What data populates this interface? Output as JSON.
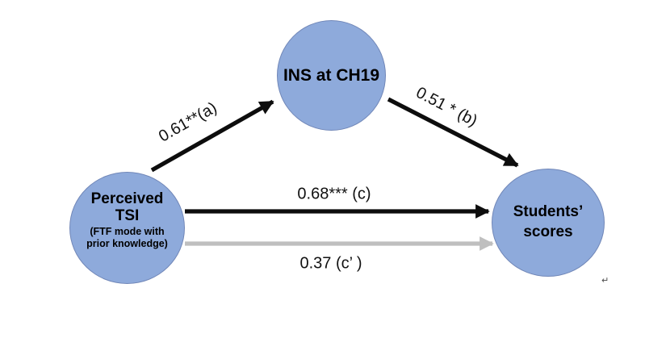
{
  "nodes": {
    "mediator": {
      "label": "INS at CH19"
    },
    "predictor": {
      "title_line1": "Perceived",
      "title_line2": "TSI",
      "subtitle_line1": "(FTF mode with",
      "subtitle_line2": "prior knowledge)"
    },
    "outcome": {
      "label_line1": "Students’",
      "label_line2": "scores"
    }
  },
  "paths": {
    "a": {
      "label": "0.61**(a)"
    },
    "b": {
      "label": "0.51 * (b)"
    },
    "c": {
      "label": "0.68*** (c)"
    },
    "c_prime": {
      "label": "0.37 (c’ )"
    }
  },
  "colors": {
    "node_fill": "#8EAADB",
    "node_border": "#7187B8",
    "arrow": "#0D0D0D",
    "arrow_muted": "#BFBFBF",
    "text": "#000000"
  },
  "artifact": {
    "return_mark": "↵"
  }
}
